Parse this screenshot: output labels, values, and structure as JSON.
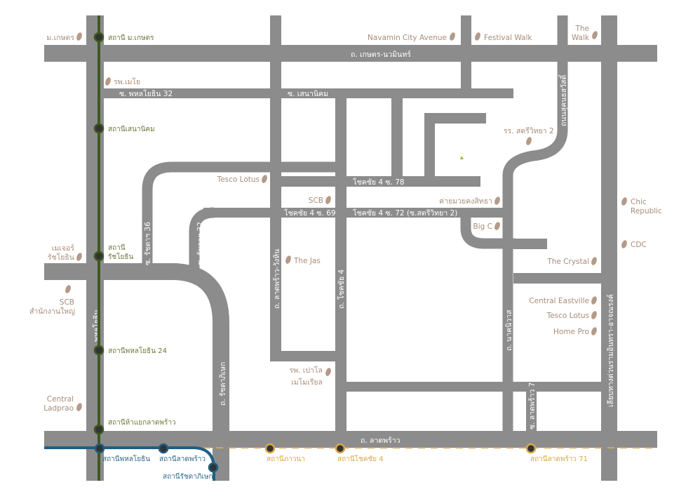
{
  "roads": {
    "kaset_nawamin": "ถ. เกษตร-นวมินทร์",
    "phahon_32": "ซ. พหลโยธิน 32",
    "senanikhom": "ซ. เสนานิคม",
    "chokchai4_78": "โชคชัย 4 ซ. 78",
    "chokchai4_69": "โชคชัย 4 ซ. 69",
    "chokchai4_72": "โชคชัย 4 ซ. 72 (ซ.สตรีวิทยา 2)",
    "ratchada_36": "ซ. รัชดาฯ 36",
    "ratchada_32": "ซ. รัชดาฯ 32",
    "ladprao_wanghin": "ถ. ลาดพร้าว-วังหิน",
    "chokchai4": "ถ. โชคชัย 4",
    "phahonyothin": "ถ. พหลโยธิน",
    "ratchadaphisek": "ถ. รัชดาภิเษก",
    "nakniwat": "ถ. นาคนิวาส",
    "sukhonthasawat": "ถนนสุคนธสวัสดิ์",
    "ladprao_71": "ซ. ลาดพร้าว 71",
    "expressway": "เลียบทางด่วนรามอินทรา-อาจณรงค์",
    "ladprao": "ถ. ลาดพร้าว"
  },
  "pois": {
    "ku": "ม.เกษตร",
    "mayo": "รพ.เมโย",
    "navamin": "Navamin City Avenue",
    "festival": "Festival Walk",
    "the_walk_1": "The",
    "the_walk_2": "Walk",
    "satri": "รร. สตรีวิทยา 2",
    "tesco1": "Tesco Lotus",
    "scb": "SCB",
    "muaythai": "ค่ายมวยคงสิทธา",
    "bigc": "Big C",
    "thejas": "The Jas",
    "chic1": "Chic",
    "chic2": "Republic",
    "cdc": "CDC",
    "crystal": "The Crystal",
    "eastville": "Central Eastville",
    "tesco2": "Tesco Lotus",
    "homepro": "Home Pro",
    "major1": "เมเจอร์",
    "major2": "รัชโยธิน",
    "scbhq1": "SCB",
    "scbhq2": "สำนักงานใหญ่",
    "hosp1": "รพ. เปาโล",
    "hosp2": "เมโมเรียล",
    "central1": "Central",
    "central2": "Ladprao"
  },
  "green_line": {
    "color": "#3d5a1e",
    "stations": [
      "สถานี ม.เกษตร",
      "สถานีเสนานิคม",
      "สถานี",
      "รัชโยธิน",
      "สถานีพหลโยธิน 24",
      "สถานีห้าแยกลาดพร้าว"
    ]
  },
  "blue_line": {
    "color": "#1f5f82",
    "stations": [
      "สถานีพหลโยธิน",
      "สถานีลาดพร้าว",
      "สถานีรัชดาภิเษก"
    ]
  },
  "yellow_line": {
    "color": "#d8a84a",
    "stations": [
      "สถานีภาวนา",
      "สถานีโชคชัย 4",
      "สถานีลาดพร้าว 71"
    ]
  }
}
